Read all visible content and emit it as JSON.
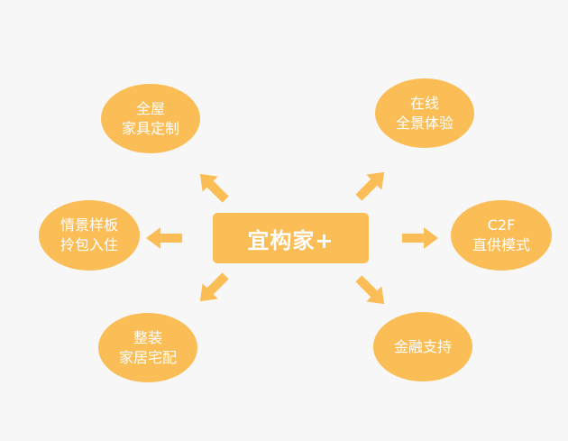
{
  "center": {
    "label": "宜构家+"
  },
  "nodes": {
    "top_left": {
      "line1": "全屋",
      "line2": "家具定制"
    },
    "top_right": {
      "line1": "在线",
      "line2": "全景体验"
    },
    "middle_left": {
      "line1": "情景样板",
      "line2": "拎包入住"
    },
    "middle_right": {
      "line1": "C2F",
      "line2": "直供模式"
    },
    "bottom_left": {
      "line1": "整装",
      "line2": "家居宅配"
    },
    "bottom_right": {
      "line1": "金融支持"
    }
  },
  "colors": {
    "background": "#f7f7f7",
    "accent": "#fbbd56",
    "text": "#ffffff"
  },
  "icons": {
    "arrow": "arrow-right-icon"
  }
}
